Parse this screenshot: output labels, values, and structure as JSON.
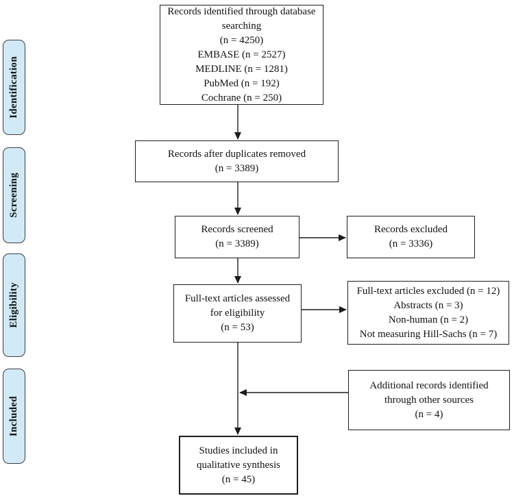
{
  "sidebar": {
    "stages": [
      {
        "label": "Identification"
      },
      {
        "label": "Screening"
      },
      {
        "label": "Eligibility"
      },
      {
        "label": "Included"
      }
    ]
  },
  "boxes": {
    "identified": "Records identified through database\nsearching\n(n = 4250)\nEMBASE (n = 2527)\nMEDLINE (n = 1281)\nPubMed (n = 192)\nCochrane (n = 250)",
    "duplicates_removed": "Records after duplicates removed\n(n = 3389)",
    "screened": "Records screened\n(n = 3389)",
    "excluded": "Records excluded\n(n = 3336)",
    "fulltext_assessed": "Full-text articles assessed\nfor eligibility\n(n = 53)",
    "fulltext_excluded": "Full-text articles excluded (n = 12)\nAbstracts (n = 3)\nNon-human (n = 2)\nNot measuring Hill-Sachs (n = 7)",
    "additional_records": "Additional records identified\nthrough other sources\n(n = 4)",
    "qualitative_synthesis": "Studies included in\nqualitative synthesis\n(n = 45)"
  },
  "colors": {
    "stage_fill": "#d2eaf7",
    "stage_border": "#3d3d3d",
    "box_border": "#1c1c1c",
    "arrow": "#1c1c1c",
    "background": "#ffffff"
  }
}
